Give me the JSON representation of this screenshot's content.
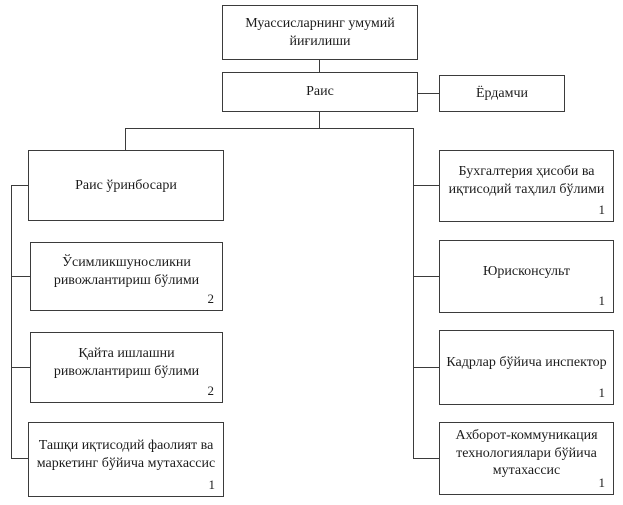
{
  "diagram": {
    "type": "org-chart",
    "nodes": {
      "general_meeting": {
        "label": "Муассисларнинг умумий йиғилиши"
      },
      "chairman": {
        "label": "Раис"
      },
      "assistant": {
        "label": "Ёрдамчи"
      },
      "deputy_chairman": {
        "label": "Раис ўринбосари"
      },
      "plant_science_dept": {
        "label": "Ўсимликшуносликни ривожлантириш бўлими",
        "count": "2"
      },
      "processing_dept": {
        "label": "Қайта ишлашни ривожлантириш бўлими",
        "count": "2"
      },
      "foreign_economic_specialist": {
        "label": "Ташқи иқтисодий фаолият ва маркетинг бўйича мутахассис",
        "count": "1"
      },
      "accounting_dept": {
        "label": "Бухгалтерия ҳисоби ва иқтисодий таҳлил бўлими",
        "count": "1"
      },
      "legal_counsel": {
        "label": "Юрисконсульт",
        "count": "1"
      },
      "hr_inspector": {
        "label": "Кадрлар бўйича инспектор",
        "count": "1"
      },
      "ict_specialist": {
        "label": "Ахборот-коммуникация технологиялари бўйича мутахассис",
        "count": "1"
      }
    },
    "edges": [
      {
        "from": "general_meeting",
        "to": "chairman"
      },
      {
        "from": "chairman",
        "to": "assistant"
      },
      {
        "from": "chairman",
        "to": "deputy_chairman"
      },
      {
        "from": "chairman",
        "to": "accounting_dept"
      },
      {
        "from": "chairman",
        "to": "legal_counsel"
      },
      {
        "from": "chairman",
        "to": "hr_inspector"
      },
      {
        "from": "chairman",
        "to": "ict_specialist"
      },
      {
        "from": "deputy_chairman",
        "to": "plant_science_dept"
      },
      {
        "from": "deputy_chairman",
        "to": "processing_dept"
      },
      {
        "from": "deputy_chairman",
        "to": "foreign_economic_specialist"
      }
    ]
  }
}
